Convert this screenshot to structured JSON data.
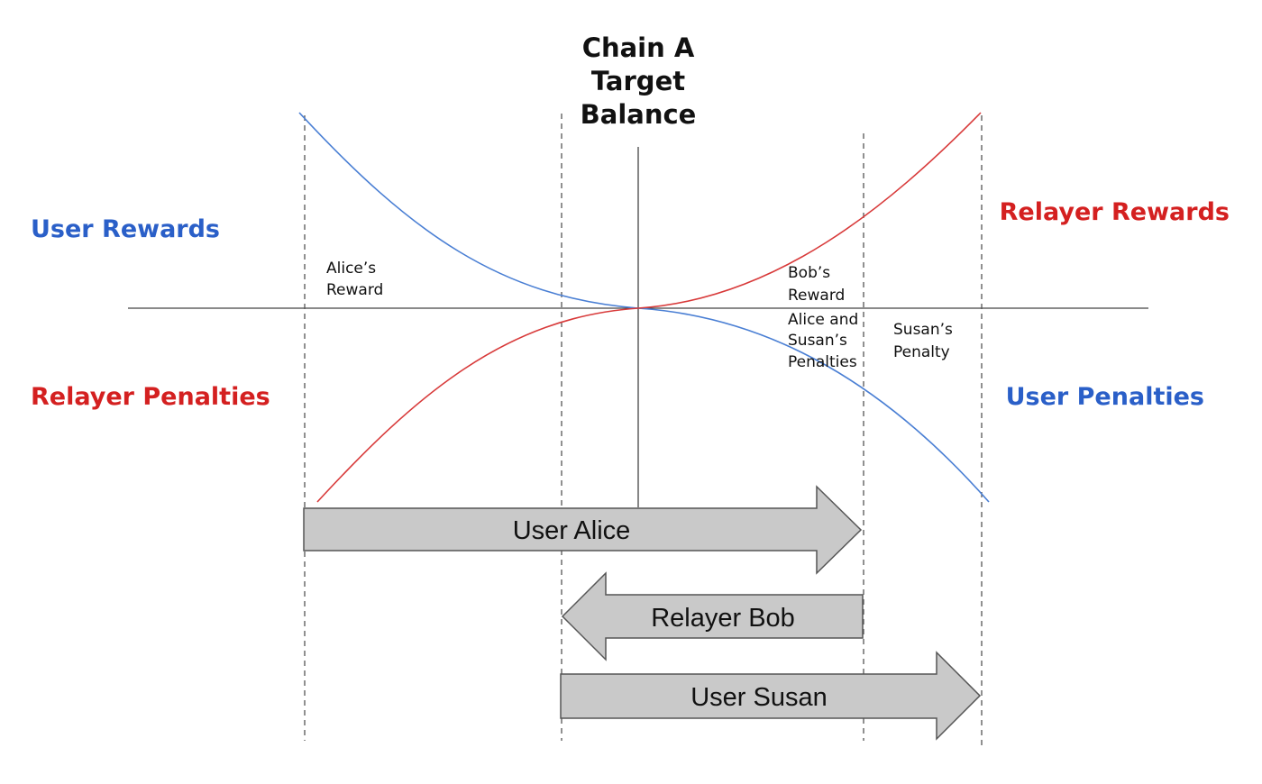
{
  "title": [
    "Chain A",
    "Target",
    "Balance"
  ],
  "side_labels": {
    "user_rewards": "User Rewards",
    "relayer_rewards": "Relayer Rewards",
    "relayer_penalties": "Relayer Penalties",
    "user_penalties": "User Penalties"
  },
  "notes": {
    "alice_reward": [
      "Alice’s",
      "Reward"
    ],
    "bob_reward": [
      "Bob’s",
      "Reward"
    ],
    "alice_susan_penalties": [
      "Alice and",
      "Susan’s",
      "Penalties"
    ],
    "susan_penalty": [
      "Susan’s",
      "Penalty"
    ]
  },
  "arrows": {
    "user_alice": "User Alice",
    "relayer_bob": "Relayer Bob",
    "user_susan": "User Susan"
  },
  "colors": {
    "user": "#2a5fc8",
    "relayer": "#d42020",
    "user_curve": "#4a7fd4",
    "relayer_curve": "#d83a3a",
    "arrow_fill": "#c9c9c9"
  }
}
